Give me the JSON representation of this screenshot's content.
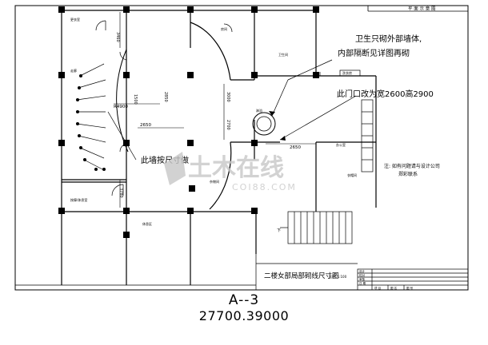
{
  "drawing_number": "A--3",
  "dimensions_caption": "27700.39000",
  "title_block": {
    "sheet_title": "平 面 示 意 图",
    "scale_label": "比例: 1:100",
    "rows": [
      "设计",
      "校对",
      "审核",
      "日 期",
      "图 号"
    ],
    "footer_cells": [
      "工程名称",
      "项 目",
      "图 名",
      "图 号"
    ]
  },
  "notes": {
    "wall_note_line1": "卫生只砌外部墙体,",
    "wall_note_line2": "内部隔断见详图再砌",
    "door_note": "此门口改为宽2600高2900",
    "wall_dimension_note": "此墙按尺寸做",
    "contact_line1": "注: 如有问题请与设计公司",
    "contact_line2": "郑彩联系",
    "plan_title": "二楼女部局部砌线尺寸图"
  },
  "rooms": {
    "changing_room": "更衣室",
    "corridor": "走廊",
    "room_a": "房间",
    "toilet": "卫生间",
    "office": "办公室",
    "showers": "淋浴",
    "laundry": "洗衣房",
    "massage": "按摩/休息室",
    "storage": "杂物间",
    "rest_area": "休息区",
    "cloakroom": "衣帽间",
    "up_label": "下"
  },
  "dimensions": {
    "d3460": "3460",
    "r4900": "R4900",
    "d2850": "2850",
    "d2650": "2650",
    "d3000": "3000",
    "d2700": "2700",
    "d2650b": "2650",
    "d3780": "3780",
    "d1500": "1500",
    "d3460b": "3000"
  },
  "watermark": {
    "main": "土木在线",
    "sub": "COI88.COM"
  },
  "colors": {
    "line": "#000000",
    "watermark": "#c8c8c8"
  }
}
